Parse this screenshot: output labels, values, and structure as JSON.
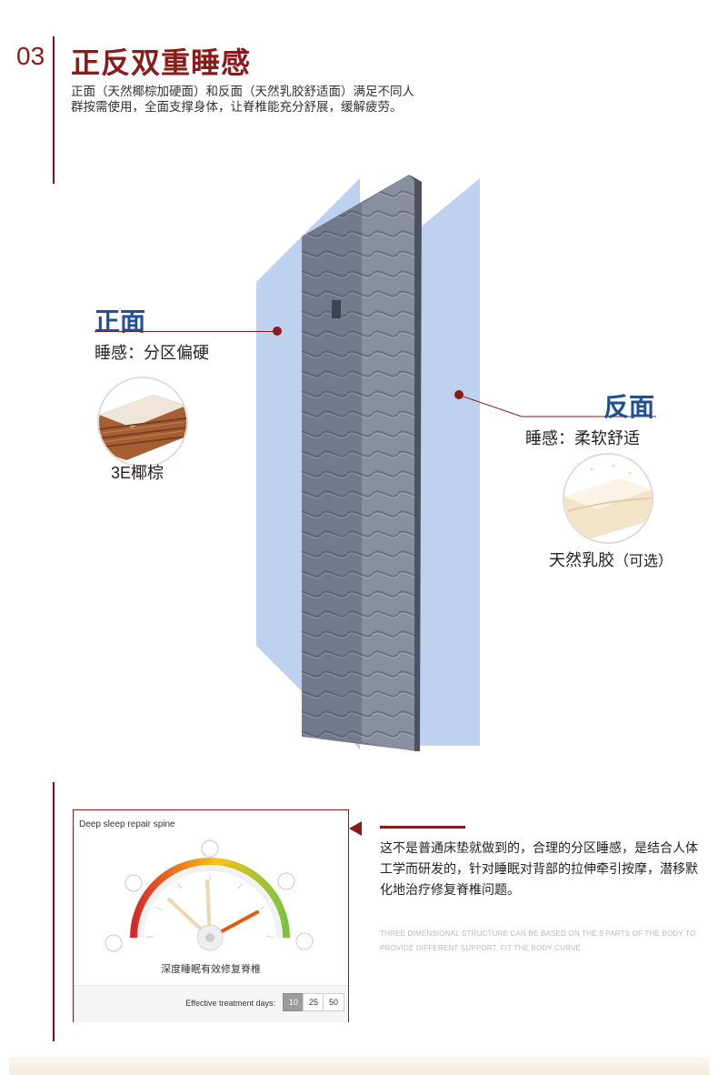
{
  "header": {
    "section_number": "03",
    "title": "正反双重睡感",
    "description": "正面（天然椰棕加硬面）和反面（天然乳胶舒适面）满足不同人群按需使用，全面支撑身体，让脊椎能充分舒展，缓解疲劳。"
  },
  "front": {
    "title": "正面",
    "feel": "睡感：分区偏硬",
    "material": "3E椰棕"
  },
  "back": {
    "title": "反面",
    "feel": "睡感：柔软舒适",
    "material": "天然乳胶",
    "material_note": "（可选）"
  },
  "gauge": {
    "heading": "Deep sleep repair spine",
    "caption": "深度睡眠有效修复脊椎",
    "days_label": "Effective treatment days:",
    "days_options": [
      "10",
      "25",
      "50"
    ],
    "selected_day": "10"
  },
  "note": {
    "text": "这不是普通床垫就做到的，合理的分区睡感，是结合人体工学而研发的，针对睡眠对背部的拉伸牵引按摩，潜移默化地治疗修复脊椎问题。",
    "en": "THREE DIMENSIONAL STRUCTURE CAN BE BASED ON THE 9 PARTS OF THE BODY TO PROVIDE DIFFERENT SUPPORT, FIT THE BODY CURVE."
  },
  "colors": {
    "accent_red": "#8b1a1a",
    "title_blue": "#1f4f95",
    "mattress_gray": "#6e7688",
    "panel_blue": "#b7cdee"
  }
}
